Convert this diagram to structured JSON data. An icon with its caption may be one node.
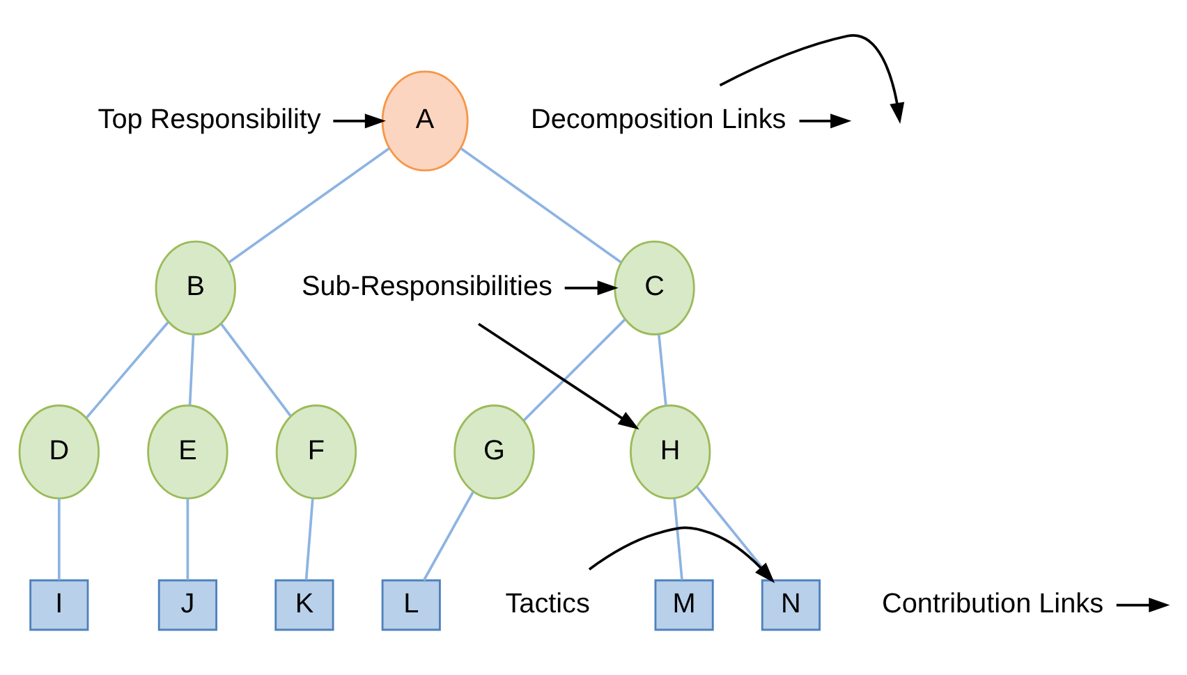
{
  "diagram": {
    "nodes": [
      {
        "text": [
          "A"
        ]
      },
      {
        "text": [
          "B"
        ]
      },
      {
        "text": [
          "C"
        ]
      },
      {
        "text": [
          "D"
        ]
      },
      {
        "text": [
          "E"
        ]
      },
      {
        "text": [
          "F"
        ]
      },
      {
        "text": [
          "G"
        ]
      },
      {
        "text": [
          "H"
        ]
      },
      {
        "text": [
          "I"
        ]
      },
      {
        "text": [
          "J"
        ]
      },
      {
        "text": [
          "K"
        ]
      },
      {
        "text": [
          "L"
        ]
      },
      {
        "text": [
          "M"
        ]
      },
      {
        "text": [
          "N"
        ]
      },
      {
        "text": [
          "Top Responsibility"
        ]
      },
      {
        "text": [
          "Decomposition Links"
        ]
      },
      {
        "text": [
          "Sub-Responsibilities"
        ]
      },
      {
        "text": [
          "Contribution Links"
        ]
      },
      {
        "text": [
          "Tactics"
        ]
      }
    ],
    "edges": [
      {
        "from": 0,
        "to": 1,
        "arrow": "none"
      },
      {
        "from": 0,
        "to": 2,
        "arrow": "none"
      },
      {
        "from": 1,
        "to": 3,
        "arrow": "none"
      },
      {
        "from": 1,
        "to": 4,
        "arrow": "none"
      },
      {
        "from": 1,
        "to": 5,
        "arrow": "none"
      },
      {
        "from": 2,
        "to": 6,
        "arrow": "none"
      },
      {
        "from": 2,
        "to": 7,
        "arrow": "none"
      },
      {
        "from": 3,
        "to": 8,
        "arrow": "none"
      },
      {
        "from": 4,
        "to": 9,
        "arrow": "none"
      },
      {
        "from": 5,
        "to": 10,
        "arrow": "none"
      },
      {
        "from": 6,
        "to": 11,
        "arrow": "none"
      },
      {
        "from": 7,
        "to": 12,
        "arrow": "none"
      },
      {
        "from": 7,
        "to": 13,
        "arrow": "none"
      },
      {
        "from": 14,
        "to": 0,
        "arrow": "to",
        "color": "#000000"
      },
      {
        "from": 15,
        "to": null,
        "arrow": "to",
        "color": "#000000"
      },
      {
        "from": 15,
        "to": null,
        "arrow": "to",
        "color": "#000000"
      },
      {
        "from": 16,
        "to": 2,
        "arrow": "to",
        "color": "#000000"
      },
      {
        "from": 16,
        "to": 7,
        "arrow": "to",
        "color": "#000000"
      },
      {
        "from": 17,
        "to": null,
        "arrow": "to",
        "color": "#000000"
      },
      {
        "from": 18,
        "to": 13,
        "arrow": "to",
        "color": "#000000"
      }
    ]
  }
}
